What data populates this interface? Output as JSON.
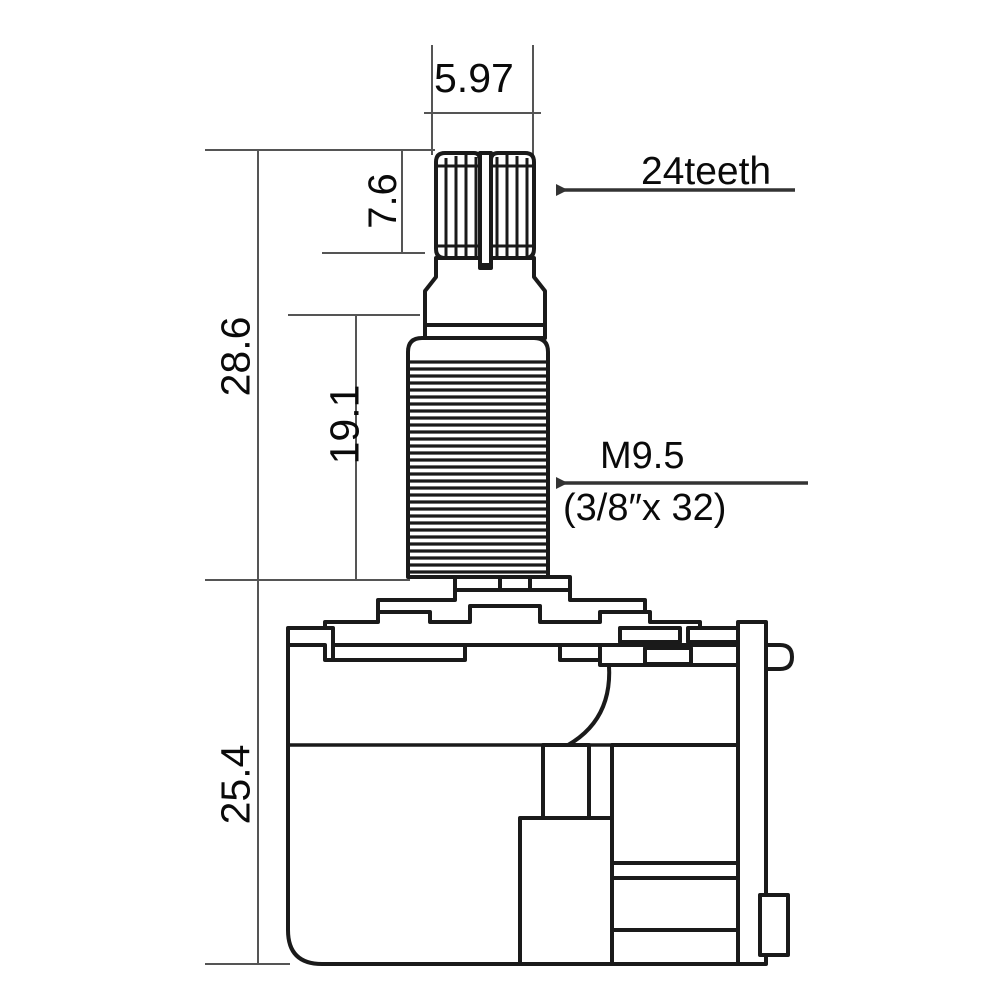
{
  "drawing": {
    "title": "Potentiometer dimensional drawing",
    "subject": "full-size split-shaft potentiometer side view",
    "units": "mm",
    "line_color": "#1a1a1a",
    "dim_line_color": "#555555",
    "background": "#ffffff"
  },
  "dimensions": {
    "width_top": "5.97",
    "knurl_height": "7.6",
    "shaft_total": "28.6",
    "thread_length": "19.1",
    "body_height": "25.4"
  },
  "annotations": {
    "teeth": "24teeth",
    "thread_metric": "M9.5",
    "thread_imperial": "(3/8″x 32)"
  },
  "parts": {
    "knurled_shaft": "split knurled shaft, 24 teeth",
    "threaded_bushing": "M9.5 threaded bushing",
    "housing": "potentiometer body housing",
    "terminal_strip": "solder terminal lug strip"
  }
}
